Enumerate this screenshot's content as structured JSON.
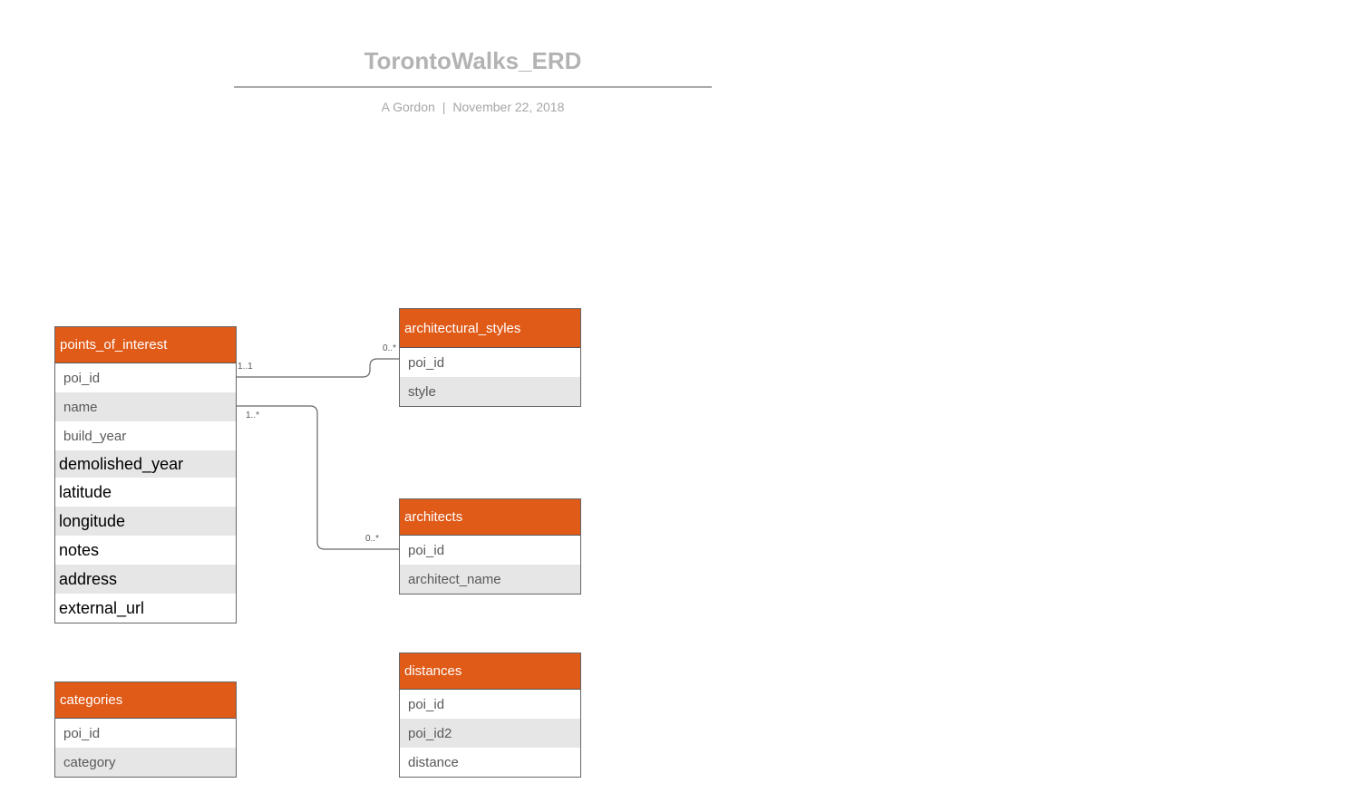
{
  "diagram": {
    "title": "TorontoWalks_ERD",
    "author": "A Gordon",
    "separator": "|",
    "date": "November 22, 2018"
  },
  "entities": {
    "points_of_interest": {
      "name": "points_of_interest",
      "fields": [
        "poi_id",
        "name",
        "build_year",
        "demolished_year",
        "latitude",
        "longitude",
        "notes",
        "address",
        "external_url"
      ]
    },
    "architectural_styles": {
      "name": "architectural_styles",
      "fields": [
        "poi_id",
        "style"
      ]
    },
    "architects": {
      "name": "architects",
      "fields": [
        "poi_id",
        "architect_name"
      ]
    },
    "categories": {
      "name": "categories",
      "fields": [
        "poi_id",
        "category"
      ]
    },
    "distances": {
      "name": "distances",
      "fields": [
        "poi_id",
        "poi_id2",
        "distance"
      ]
    }
  },
  "relationships": {
    "poi_styles": {
      "from_card": "1..1",
      "to_card": "0..*"
    },
    "poi_architects": {
      "from_card": "1..*",
      "to_card": "0..*"
    }
  },
  "colors": {
    "header": "#e05a18",
    "line": "#666666",
    "alt_row": "#e6e6e6"
  }
}
